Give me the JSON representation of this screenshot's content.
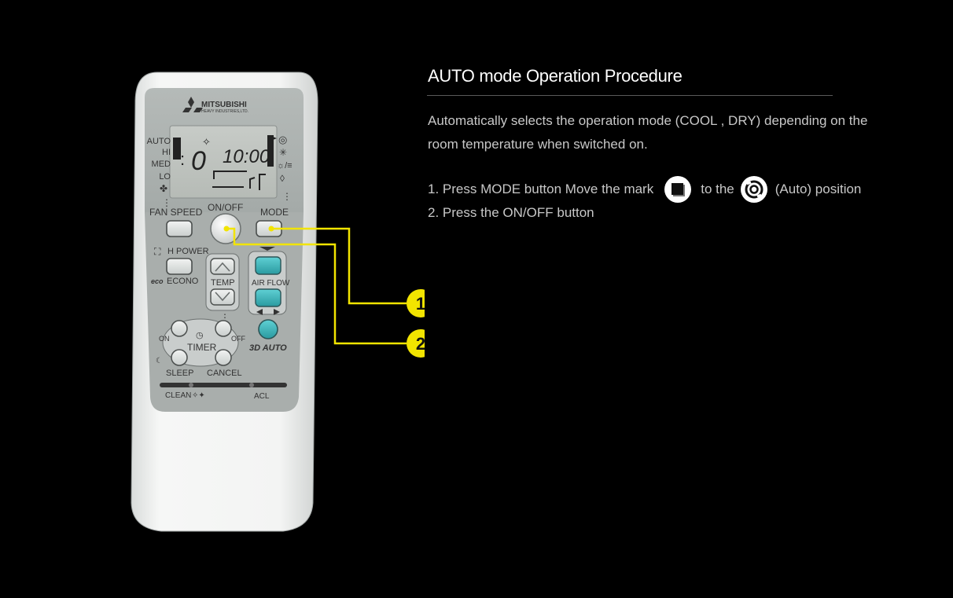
{
  "page": {
    "title": "AUTO mode Operation Procedure",
    "description": "Automatically selects the operation mode (COOL , DRY) depending on the room temperature when switched on.",
    "steps": [
      {
        "prefix": "1. Press MODE button Move the mark",
        "mid": "to the",
        "suffix": "(Auto) position",
        "icons": [
          "square-mark-icon",
          "auto-mode-icon"
        ]
      },
      {
        "text": "2. Press the ON/OFF button"
      }
    ]
  },
  "remote": {
    "brand": "MITSUBISHI",
    "brand_sub": "HEAVY INDUSTRIES,LTD.",
    "lcd": {
      "fan_levels": [
        "AUTO",
        "HI",
        "MED",
        "LO"
      ],
      "time": "10:00",
      "set_temp": "0"
    },
    "labels": {
      "fan_speed": "FAN SPEED",
      "on_off": "ON/OFF",
      "mode": "MODE",
      "h_power": "H POWER",
      "econo": "ECONO",
      "eco": "eco",
      "temp": "TEMP",
      "air_flow": "AIR FLOW",
      "timer": "TIMER",
      "on": "ON",
      "off": "OFF",
      "sleep": "SLEEP",
      "cancel": "CANCEL",
      "three_d_auto": "3D AUTO",
      "clean": "CLEAN",
      "acl": "ACL"
    }
  },
  "callouts": [
    {
      "number": "1",
      "target": "MODE button"
    },
    {
      "number": "2",
      "target": "ON/OFF button"
    }
  ],
  "colors": {
    "background": "#000000",
    "callout_yellow": "#f2e400",
    "accent_teal": "#3fb3b8",
    "text_light": "#c8c8c8"
  }
}
